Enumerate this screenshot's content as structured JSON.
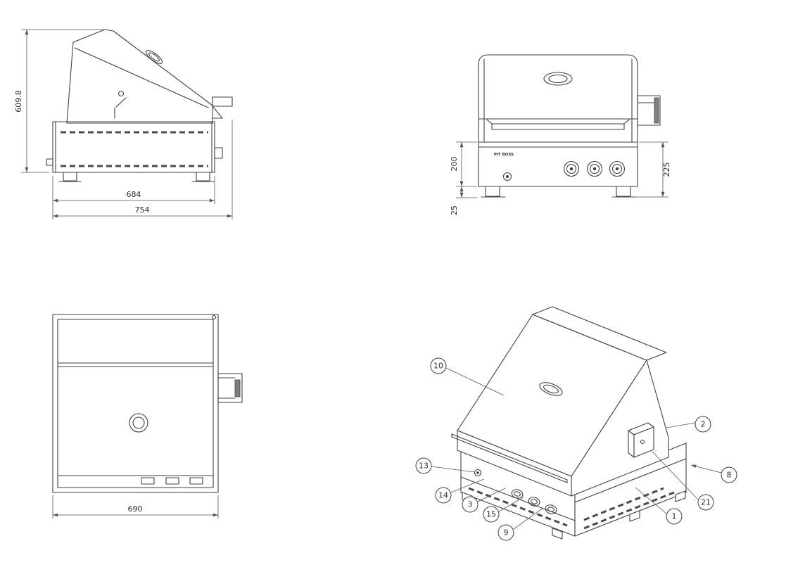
{
  "drawing": {
    "side_view": {
      "dim_height": "609.8",
      "dim_inner_width": "684",
      "dim_outer_width": "754"
    },
    "front_view": {
      "brand": "PIT BOSS",
      "dim_panel_height": "200",
      "dim_foot_height": "25",
      "dim_side_height": "225"
    },
    "top_view": {
      "dim_width": "690"
    },
    "iso_view": {
      "callouts": {
        "c1": "1",
        "c2": "2",
        "c3": "3",
        "c8": "8",
        "c9": "9",
        "c10": "10",
        "c13": "13",
        "c14": "14",
        "c15": "15",
        "c21": "21"
      }
    },
    "colors": {
      "line": "#404040",
      "text": "#2e2e2e",
      "background": "#ffffff"
    }
  }
}
